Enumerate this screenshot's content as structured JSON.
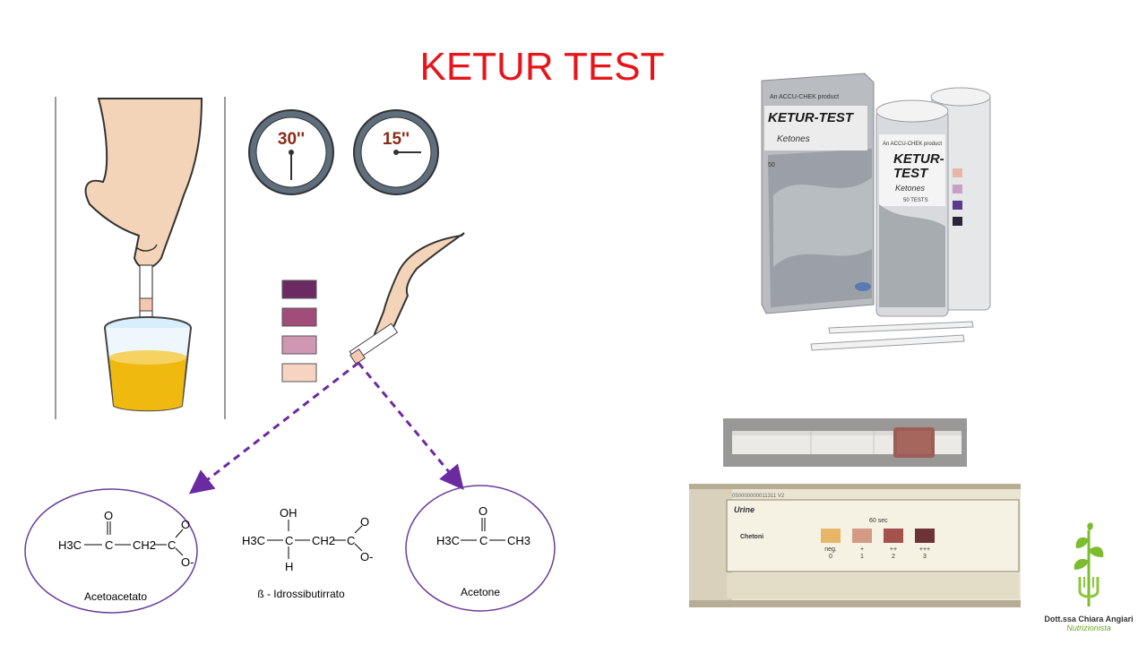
{
  "slide": {
    "title": "KETUR TEST",
    "illustration": {
      "timer_left": "30''",
      "timer_right": "15''"
    },
    "chemistry": {
      "acetoacetate": {
        "name": "Acetoacetato",
        "left_group": "H3C",
        "carbonyl_o": "O",
        "ch2": "CH2",
        "carboxyl_c": "C",
        "o_top": "O",
        "o_minus": "O-"
      },
      "hydroxybutyrate": {
        "name": "ß - Idrossibutirrato",
        "left_group": "H3C",
        "oh": "OH",
        "h": "H",
        "ch2": "CH2",
        "carboxyl_c": "C",
        "o_top": "O",
        "o_minus": "O-"
      },
      "acetone": {
        "name": "Acetone",
        "left_group": "H3C",
        "carbonyl_o": "O",
        "right_group": "CH3"
      }
    },
    "product_photo": {
      "brand_line": "An ACCU-CHEK product",
      "box_name": "KETUR-TEST",
      "box_sub": "Ketones",
      "tube_name_1": "KETUR-",
      "tube_name_2": "TEST",
      "tube_sub": "Ketones",
      "tube_count": "50 TESTS",
      "box_count": "50"
    },
    "label_photo": {
      "code": "050000000011311 V2",
      "section": "Urine",
      "time": "60 sec",
      "analyte": "Chetoni",
      "scale": [
        {
          "sym": "neg.",
          "num": "0",
          "color": "#e8b668"
        },
        {
          "sym": "+",
          "num": "1",
          "color": "#d49a86"
        },
        {
          "sym": "++",
          "num": "2",
          "color": "#a5514e"
        },
        {
          "sym": "+++",
          "num": "3",
          "color": "#6e3336"
        }
      ]
    },
    "logo": {
      "name": "Dott.ssa Chiara Angiari",
      "role": "Nutrizionista"
    },
    "colors": {
      "title": "#e8141b",
      "ellipse": "#6a3d9a",
      "arrow": "#6a2aa0"
    }
  }
}
